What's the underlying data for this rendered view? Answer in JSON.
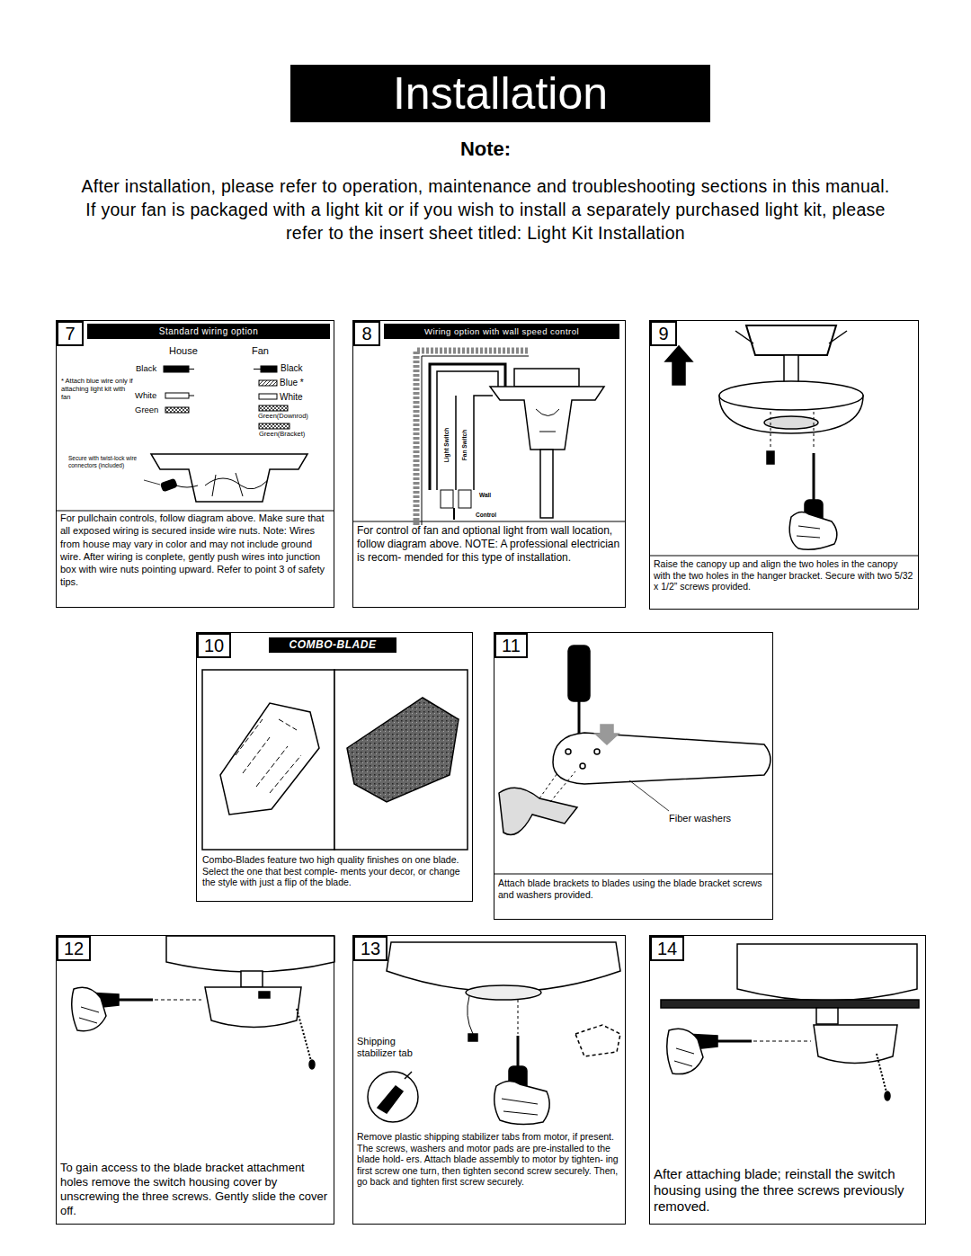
{
  "diagram": {
    "title": "Installation",
    "nodes": [
      {
        "text": [
          "For pullchain controls, follow diagram above. Make sure that all exposed wiring is secured inside wire nuts. Note: Wires from house may vary in color and may not include ground wire. After wiring is conplete, gently push wires into junction box with wire nuts pointing upward. Refer to point 3 of safety tips."
        ]
      },
      {
        "text": [
          "7"
        ],
        "in": 0
      },
      {
        "text": [
          "Standard wiring option"
        ],
        "in": 0
      },
      {
        "text": [
          "For control of fan and optional light from wall location, follow diagram above. NOTE: A professional electrician is recom- mended for this type of installation."
        ]
      },
      {
        "text": [
          "8"
        ],
        "in": 3
      },
      {
        "text": [
          "Wiring option with wall speed control"
        ],
        "in": 3
      },
      {
        "text": [
          "Raise the canopy up and align the two holes in the canopy with the two holes in the hanger bracket. Secure with two 5/32 x 1/2” screws provided."
        ]
      },
      {
        "text": [
          "9"
        ],
        "in": 6
      },
      {
        "text": [
          "Combo-Blades feature two high quality finishes on one blade. Select the one that best comple- ments your decor, or change the style with just a flip of the blade."
        ]
      },
      {
        "text": [
          "10"
        ],
        "in": 8
      },
      {
        "text": [
          "COMBO-BLADE"
        ],
        "in": 8
      },
      {
        "text": [
          "Attach blade brackets to blades using the blade bracket screws and washers provided."
        ]
      },
      {
        "text": [
          "11"
        ],
        "in": 11
      },
      {
        "text": [
          "To gain access to the blade bracket attachment holes remove the switch housing cover by unscrewing the three screws. Gently slide the cover off."
        ]
      },
      {
        "text": [
          "12"
        ],
        "in": 13
      },
      {
        "text": [
          "Remove plastic shipping stabilizer tabs from motor, if present. The screws, washers and motor pads are pre-installed to the blade hold- ers. Attach blade assembly to motor by tighten- ing first screw one turn, then tighten second screw securely. Then, go back and tighten first screw securely."
        ]
      },
      {
        "text": [
          "13"
        ],
        "in": 15
      },
      {
        "text": [
          "After attaching blade; reinstall the switch housing using the three screws previously removed."
        ]
      },
      {
        "text": [
          "14"
        ],
        "in": 17
      }
    ],
    "labels": [
      "Note:",
      "After installation, please refer to operation, maintenance and troubleshooting sections in this manual. If your fan is packaged with a light kit or if you wish to install a separately purchased light kit, please refer to the insert sheet titled: Light Kit Installation",
      "House",
      "Fan",
      "Black",
      "Black",
      "Blue *",
      "* Attach blue wire only if attaching light kit with fan",
      "White",
      "White",
      "Green",
      "Green(Downrod)",
      "Green(Bracket)",
      "Secure with twist-lock wire connectors (included)",
      "Light Switch",
      "Fan Switch",
      "Wall",
      "Control",
      "Fiber washers",
      "Shipping stabilizer tab"
    ]
  }
}
